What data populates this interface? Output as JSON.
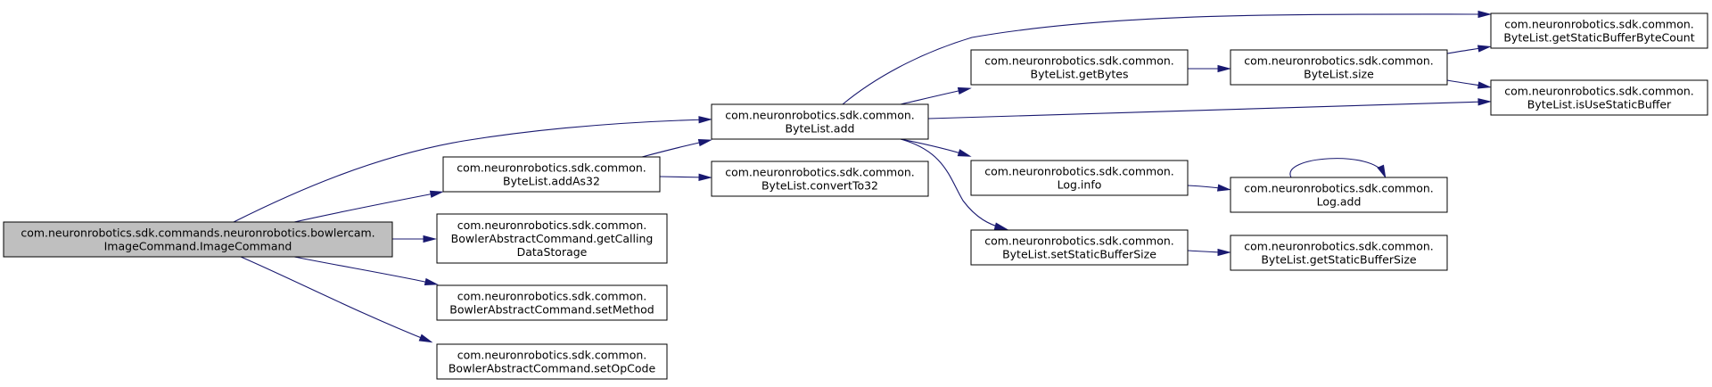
{
  "nodes": [
    {
      "id": "root",
      "lines": [
        "com.neuronrobotics.sdk.commands.neuronrobotics.bowlercam.",
        "ImageCommand.ImageCommand"
      ],
      "highlight": true
    },
    {
      "id": "addAs32",
      "lines": [
        "com.neuronrobotics.sdk.common.",
        "ByteList.addAs32"
      ]
    },
    {
      "id": "getCallingDataStorage",
      "lines": [
        "com.neuronrobotics.sdk.common.",
        "BowlerAbstractCommand.getCalling",
        "DataStorage"
      ]
    },
    {
      "id": "setMethod",
      "lines": [
        "com.neuronrobotics.sdk.common.",
        "BowlerAbstractCommand.setMethod"
      ]
    },
    {
      "id": "setOpCode",
      "lines": [
        "com.neuronrobotics.sdk.common.",
        "BowlerAbstractCommand.setOpCode"
      ]
    },
    {
      "id": "add",
      "lines": [
        "com.neuronrobotics.sdk.common.",
        "ByteList.add"
      ]
    },
    {
      "id": "convertTo32",
      "lines": [
        "com.neuronrobotics.sdk.common.",
        "ByteList.convertTo32"
      ]
    },
    {
      "id": "getBytes",
      "lines": [
        "com.neuronrobotics.sdk.common.",
        "ByteList.getBytes"
      ]
    },
    {
      "id": "logInfo",
      "lines": [
        "com.neuronrobotics.sdk.common.",
        "Log.info"
      ]
    },
    {
      "id": "setStaticBufferSize",
      "lines": [
        "com.neuronrobotics.sdk.common.",
        "ByteList.setStaticBufferSize"
      ]
    },
    {
      "id": "size",
      "lines": [
        "com.neuronrobotics.sdk.common.",
        "ByteList.size"
      ]
    },
    {
      "id": "logAdd",
      "lines": [
        "com.neuronrobotics.sdk.common.",
        "Log.add"
      ]
    },
    {
      "id": "getStaticBufferSize",
      "lines": [
        "com.neuronrobotics.sdk.common.",
        "ByteList.getStaticBufferSize"
      ]
    },
    {
      "id": "getStaticBufferByteCount",
      "lines": [
        "com.neuronrobotics.sdk.common.",
        "ByteList.getStaticBufferByteCount"
      ]
    },
    {
      "id": "isUseStaticBuffer",
      "lines": [
        "com.neuronrobotics.sdk.common.",
        "ByteList.isUseStaticBuffer"
      ]
    }
  ],
  "edges": [
    {
      "from": "root",
      "to": "add"
    },
    {
      "from": "root",
      "to": "addAs32"
    },
    {
      "from": "root",
      "to": "getCallingDataStorage"
    },
    {
      "from": "root",
      "to": "setMethod"
    },
    {
      "from": "root",
      "to": "setOpCode"
    },
    {
      "from": "addAs32",
      "to": "add"
    },
    {
      "from": "addAs32",
      "to": "convertTo32"
    },
    {
      "from": "add",
      "to": "getStaticBufferByteCount"
    },
    {
      "from": "add",
      "to": "getBytes"
    },
    {
      "from": "add",
      "to": "isUseStaticBuffer"
    },
    {
      "from": "add",
      "to": "logInfo"
    },
    {
      "from": "add",
      "to": "setStaticBufferSize"
    },
    {
      "from": "getBytes",
      "to": "size"
    },
    {
      "from": "size",
      "to": "getStaticBufferByteCount"
    },
    {
      "from": "size",
      "to": "isUseStaticBuffer"
    },
    {
      "from": "logInfo",
      "to": "logAdd"
    },
    {
      "from": "logAdd",
      "to": "logAdd"
    },
    {
      "from": "setStaticBufferSize",
      "to": "getStaticBufferSize"
    }
  ],
  "colors": {
    "edge": "#191970",
    "highlight_fill": "#bfbfbf",
    "box_fill": "#ffffff",
    "box_stroke": "#000000"
  }
}
